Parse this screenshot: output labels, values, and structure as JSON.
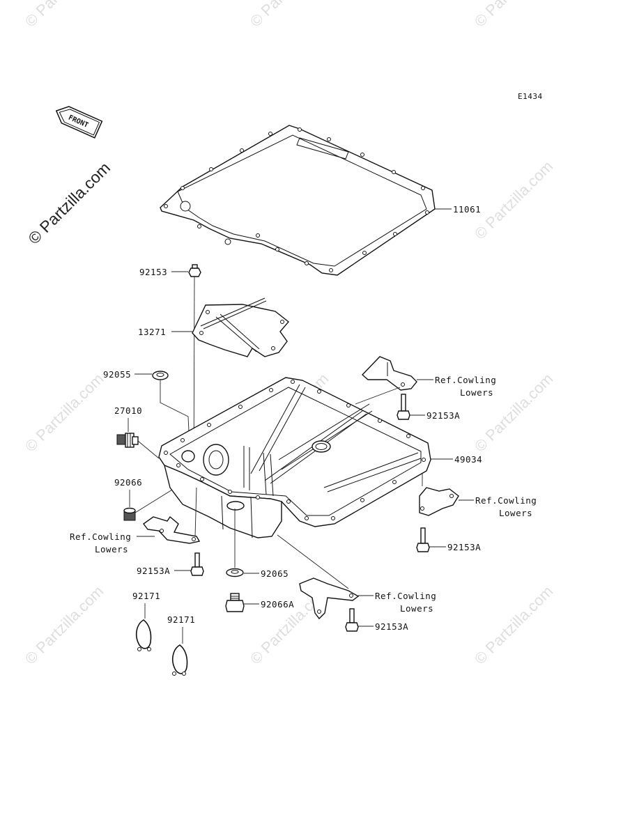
{
  "watermark": {
    "text": "© Partzilla.com",
    "main_text": "© Partzilla.com"
  },
  "diagram_code": "E1434",
  "front_label": "FRONT",
  "labels": {
    "gasket_11061": "11061",
    "bolt_92153_top": "92153",
    "plate_13271": "13271",
    "washer_92055": "92055",
    "switch_27010": "27010",
    "plug_92066": "92066",
    "pan_49034": "49034",
    "ref_cowling_1a": "Ref.Cowling",
    "ref_cowling_1b": "Lowers",
    "bolt_92153A_1": "92153A",
    "ref_cowling_2a": "Ref.Cowling",
    "ref_cowling_2b": "Lowers",
    "bolt_92153A_2": "92153A",
    "ref_cowling_3a": "Ref.Cowling",
    "ref_cowling_3b": "Lowers",
    "bolt_92153A_3": "92153A",
    "ref_cowling_4a": "Ref.Cowling",
    "ref_cowling_4b": "Lowers",
    "bolt_92153A_4": "92153A",
    "washer_92065": "92065",
    "plug_92066A": "92066A",
    "clamp_92171_1": "92171",
    "clamp_92171_2": "92171"
  },
  "colors": {
    "line": "#111111",
    "watermark": "#dedede"
  }
}
